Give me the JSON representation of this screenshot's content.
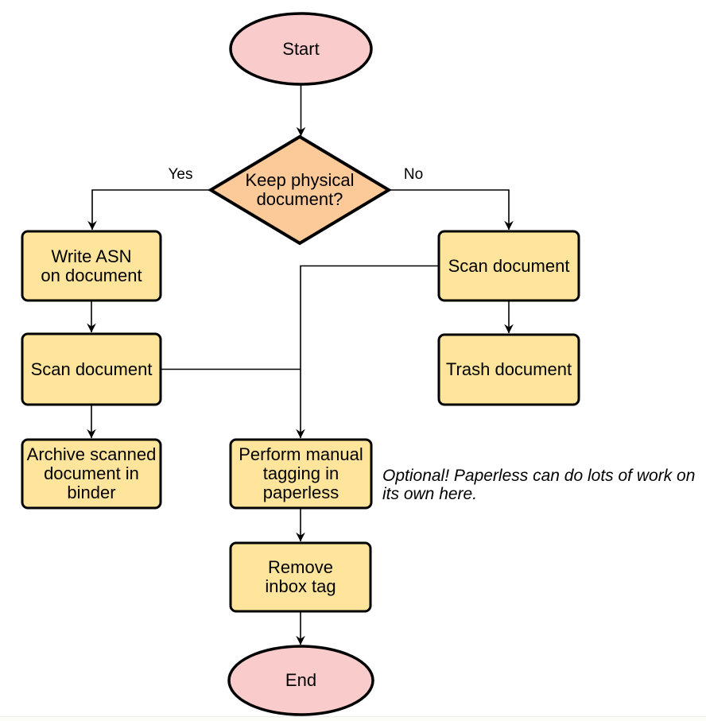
{
  "diagram": {
    "description": "Document processing flowchart (paperless workflow)"
  },
  "colors": {
    "terminal_fill": "#F9CCCB",
    "decision_fill": "#FCC998",
    "process_fill": "#FFE59B",
    "stroke": "#000000",
    "background": "#FFFFFF",
    "hairline": "#ECECEC"
  },
  "nodes": {
    "start": {
      "label": "Start",
      "type": "terminal"
    },
    "decision": {
      "label": "Keep physical\ndocument?",
      "type": "decision"
    },
    "write_asn": {
      "label": "Write ASN\non document",
      "type": "process"
    },
    "scan_left": {
      "label": "Scan document",
      "type": "process"
    },
    "archive": {
      "label": "Archive scanned\ndocument in\nbinder",
      "type": "process"
    },
    "scan_right": {
      "label": "Scan document",
      "type": "process"
    },
    "trash": {
      "label": "Trash document",
      "type": "process"
    },
    "tagging": {
      "label": "Perform manual\ntagging in\npaperless",
      "type": "process"
    },
    "remove_inbox": {
      "label": "Remove\ninbox tag",
      "type": "process"
    },
    "end": {
      "label": "End",
      "type": "terminal"
    }
  },
  "edge_labels": {
    "yes": "Yes",
    "no": "No"
  },
  "annotation": {
    "text": "Optional! Paperless can do lots of work on\nits own here."
  }
}
